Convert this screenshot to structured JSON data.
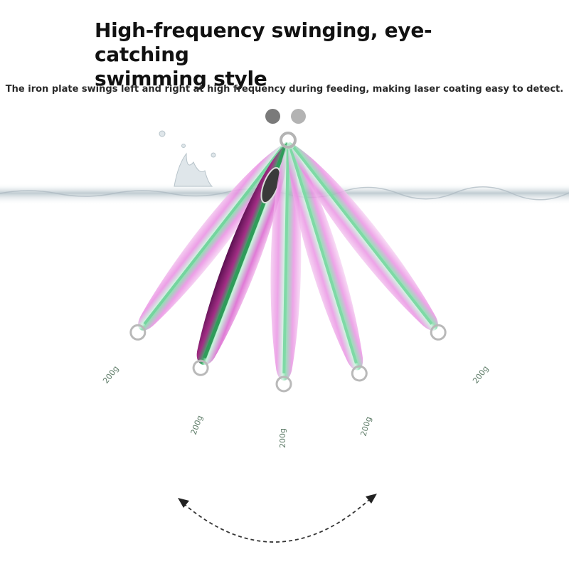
{
  "heading": {
    "line1": "High-frequency swinging, eye-catching",
    "line2": "swimming style"
  },
  "subheading": "The iron plate swings left and right at high frequency during feeding, making laser coating easy to detect.",
  "carousel": {
    "dots": [
      {
        "color": "#7a7a7a",
        "active": true
      },
      {
        "color": "#b3b3b3",
        "active": false
      }
    ]
  },
  "lure": {
    "weight_marking": "200g",
    "color_pink": "#e58be0",
    "color_green": "#7fd9a6",
    "color_purple": "#9a2a78",
    "color_water": "#c7d2d8"
  }
}
